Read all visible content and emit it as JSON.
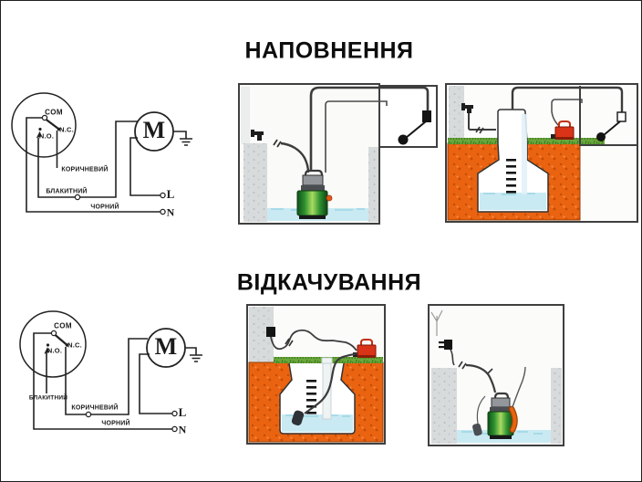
{
  "titles": {
    "filling": "НАПОВНЕННЯ",
    "draining": "ВІДКАЧУВАННЯ"
  },
  "circuits": {
    "filling": {
      "com": "COM",
      "nc": "N.C.",
      "no": "N.O.",
      "motor": "M",
      "brown": "КОРИЧНЕВИЙ",
      "blue": "БЛАКИТНИЙ",
      "black": "ЧОРНИЙ",
      "line": "L",
      "neutral": "N"
    },
    "draining": {
      "com": "COM",
      "nc": "N.C.",
      "no": "N.O.",
      "motor": "M",
      "brown": "КОРИЧНЕВИЙ",
      "blue": "БЛАКИТНИЙ",
      "black": "ЧОРНИЙ",
      "line": "L",
      "neutral": "N"
    }
  },
  "colors": {
    "ground_orange": "#ea6310",
    "water_cyan": "#c9eaf2",
    "pump_green": "#2e9130",
    "pump_red": "#d93418",
    "wall_gray": "#d8dbdc",
    "line_dark": "#222222"
  }
}
